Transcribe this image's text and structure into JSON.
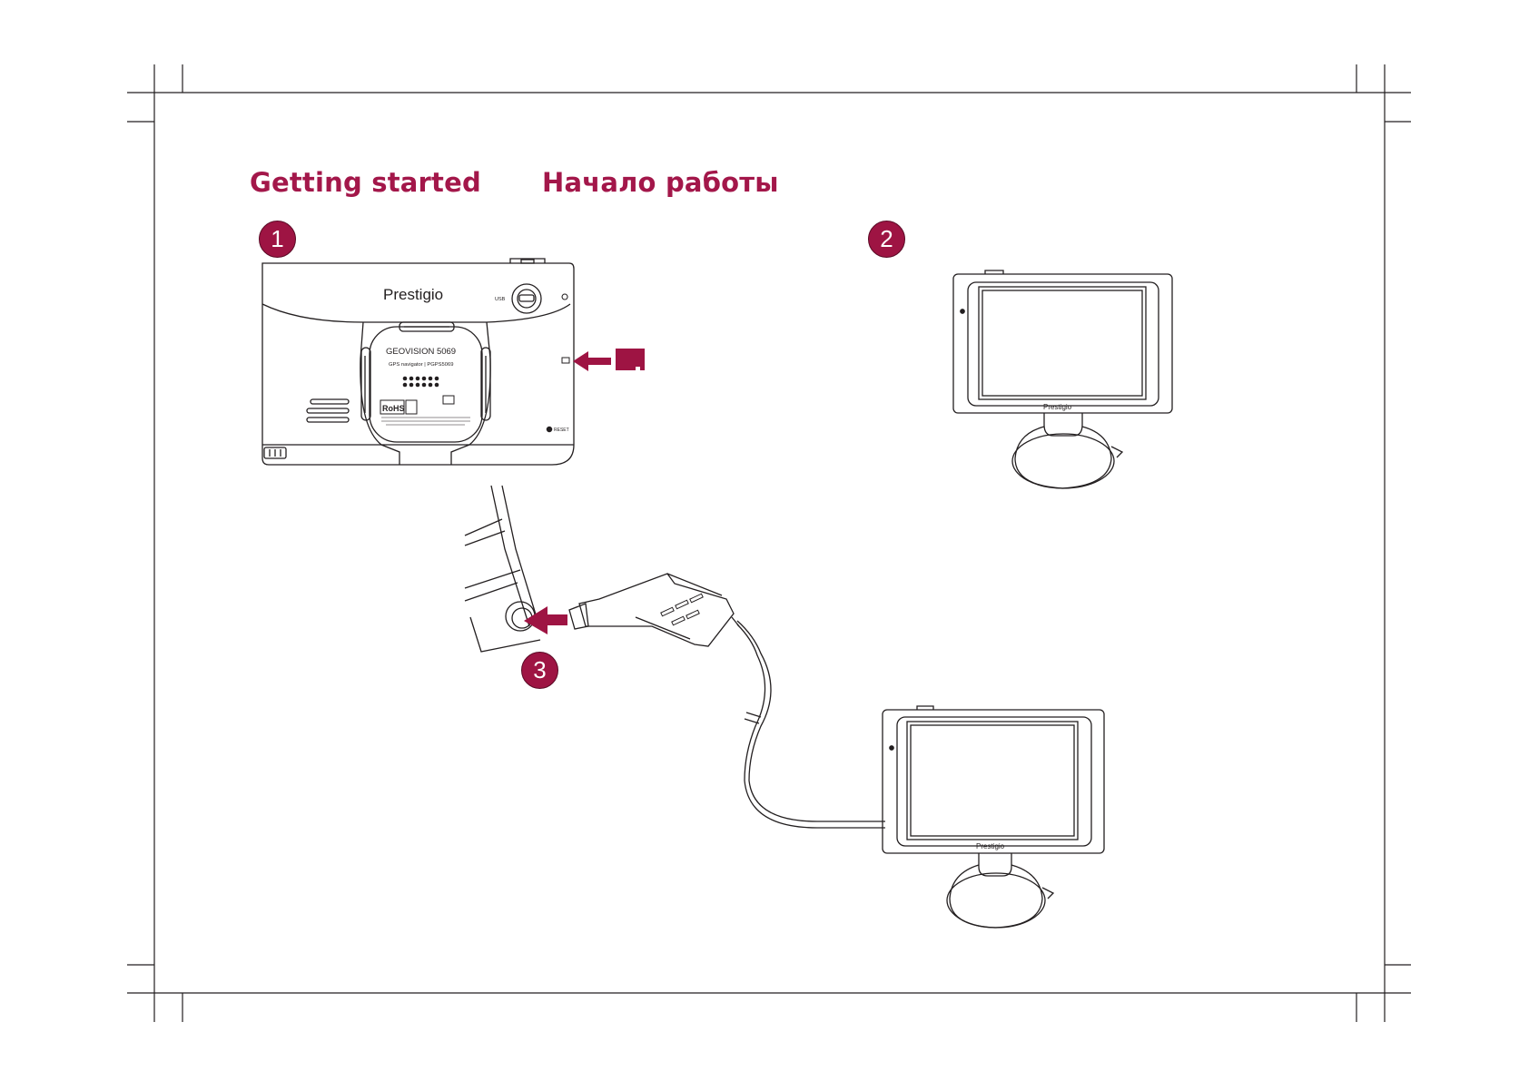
{
  "headings": {
    "en": "Getting started",
    "ru": "Начало работы"
  },
  "steps": [
    "1",
    "2",
    "3"
  ],
  "device_back": {
    "brand": "Prestigio",
    "model": "GEOVISION 5069",
    "subtitle": "GPS navigator | PGPS5069",
    "usb_label": "USB",
    "reset_label": "RESET",
    "rohs_label": "RoHS"
  },
  "device_front": {
    "brand": "Prestigio"
  },
  "colors": {
    "accent": "#a3174a",
    "badge": "#9e1443",
    "line": "#231f20"
  },
  "icons": [
    "microsd-card-icon",
    "insert-arrow-icon"
  ]
}
